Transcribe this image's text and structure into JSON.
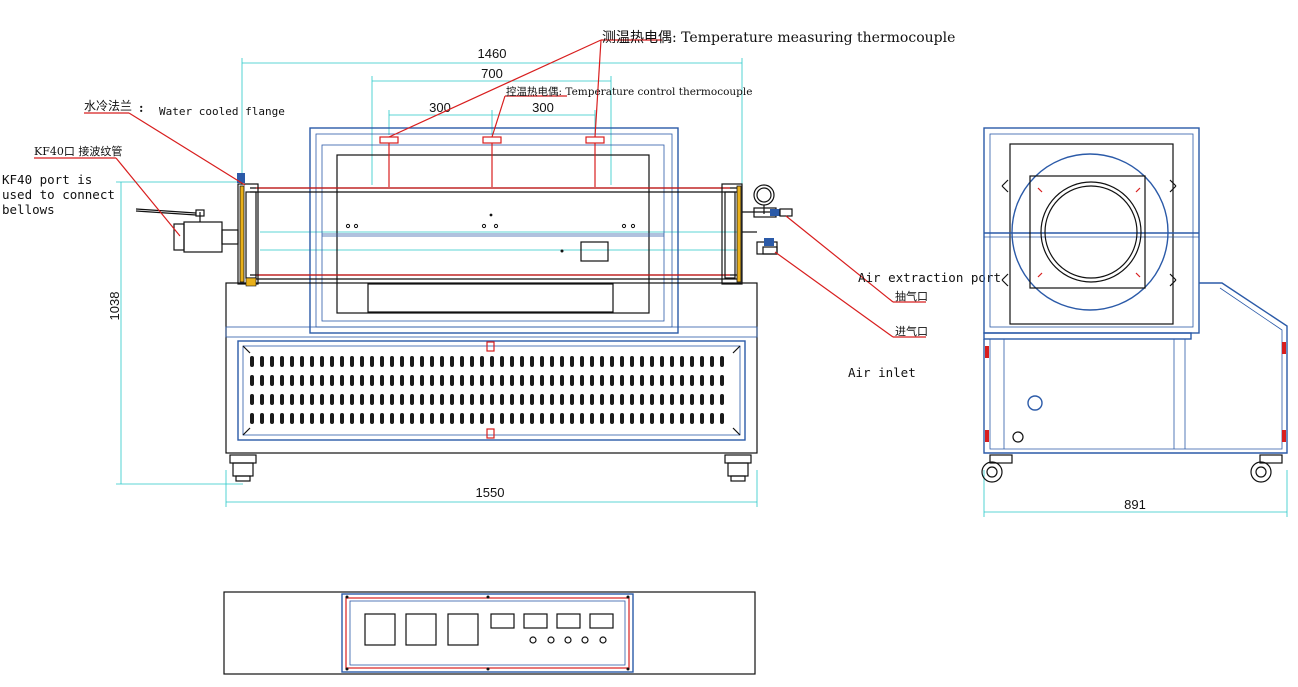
{
  "labels": {
    "temp_measuring": "测温热电偶: Temperature measuring thermocouple",
    "temp_control": "控温热电偶: Temperature control thermocouple",
    "water_flange_cn": "水冷法兰",
    "water_flange_colon": ":",
    "water_flange_en": "Water cooled flange",
    "kf40_cn": "KF40口 接波纹管",
    "kf40_en_1": "KF40 port is",
    "kf40_en_2": "used to connect",
    "kf40_en_3": "bellows",
    "air_extraction_en": "Air extraction port",
    "air_extraction_cn": "抽气口",
    "air_inlet_cn": "进气口",
    "air_inlet_en": "Air inlet"
  },
  "dimensions": {
    "total_length": "1460",
    "heated_length": "700",
    "thermocouple_spacing_left": "300",
    "thermocouple_spacing_right": "300",
    "height": "1038",
    "base_width": "1550",
    "depth": "891"
  },
  "colors": {
    "frame": "#2b5aa8",
    "dimension_line": "#28c8c8",
    "leader_line": "#d81e1e",
    "outline": "#111111"
  }
}
